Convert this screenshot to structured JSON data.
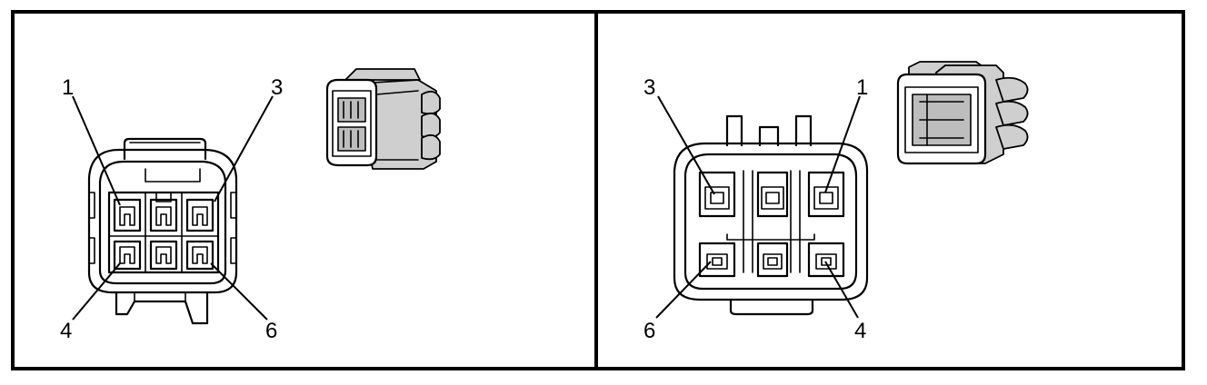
{
  "panels": [
    {
      "id": "left",
      "pin_labels": {
        "p1": "1",
        "p3": "3",
        "p4": "4",
        "p6": "6"
      }
    },
    {
      "id": "right",
      "pin_labels": {
        "p3": "3",
        "p1": "1",
        "p6": "6",
        "p4": "4"
      }
    }
  ]
}
